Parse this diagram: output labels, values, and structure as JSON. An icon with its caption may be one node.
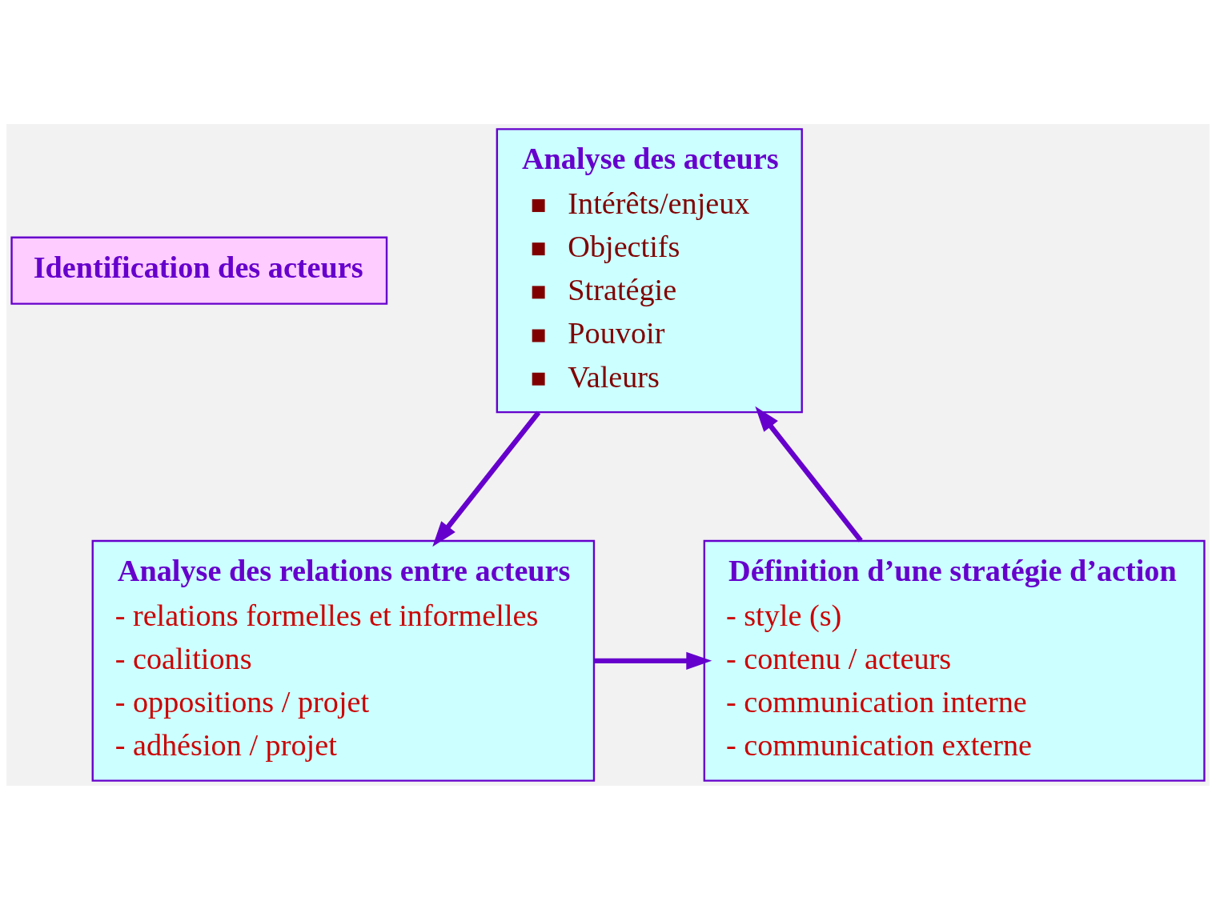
{
  "diagram": {
    "nodes": [
      {
        "text": [
          "Identification des acteurs"
        ]
      },
      {
        "text": [
          "Analyse des acteurs",
          "Intérêts/enjeux",
          "Objectifs",
          "Stratégie",
          "Pouvoir",
          "Valeurs"
        ]
      },
      {
        "text": [
          "Définition d’une stratégie d’action",
          "- style (s)",
          "- contenu / acteurs",
          "- communication interne",
          "- communication externe"
        ]
      },
      {
        "text": [
          "Analyse des relations entre acteurs",
          "- relations formelles et informelles",
          "- coalitions",
          "- oppositions / projet",
          "- adhésion / projet"
        ]
      }
    ],
    "edges": [
      {
        "from": 2,
        "to": 1,
        "arrow": "to"
      },
      {
        "from": 1,
        "to": 3,
        "arrow": "to"
      },
      {
        "from": 3,
        "to": 2,
        "arrow": "to"
      }
    ]
  }
}
